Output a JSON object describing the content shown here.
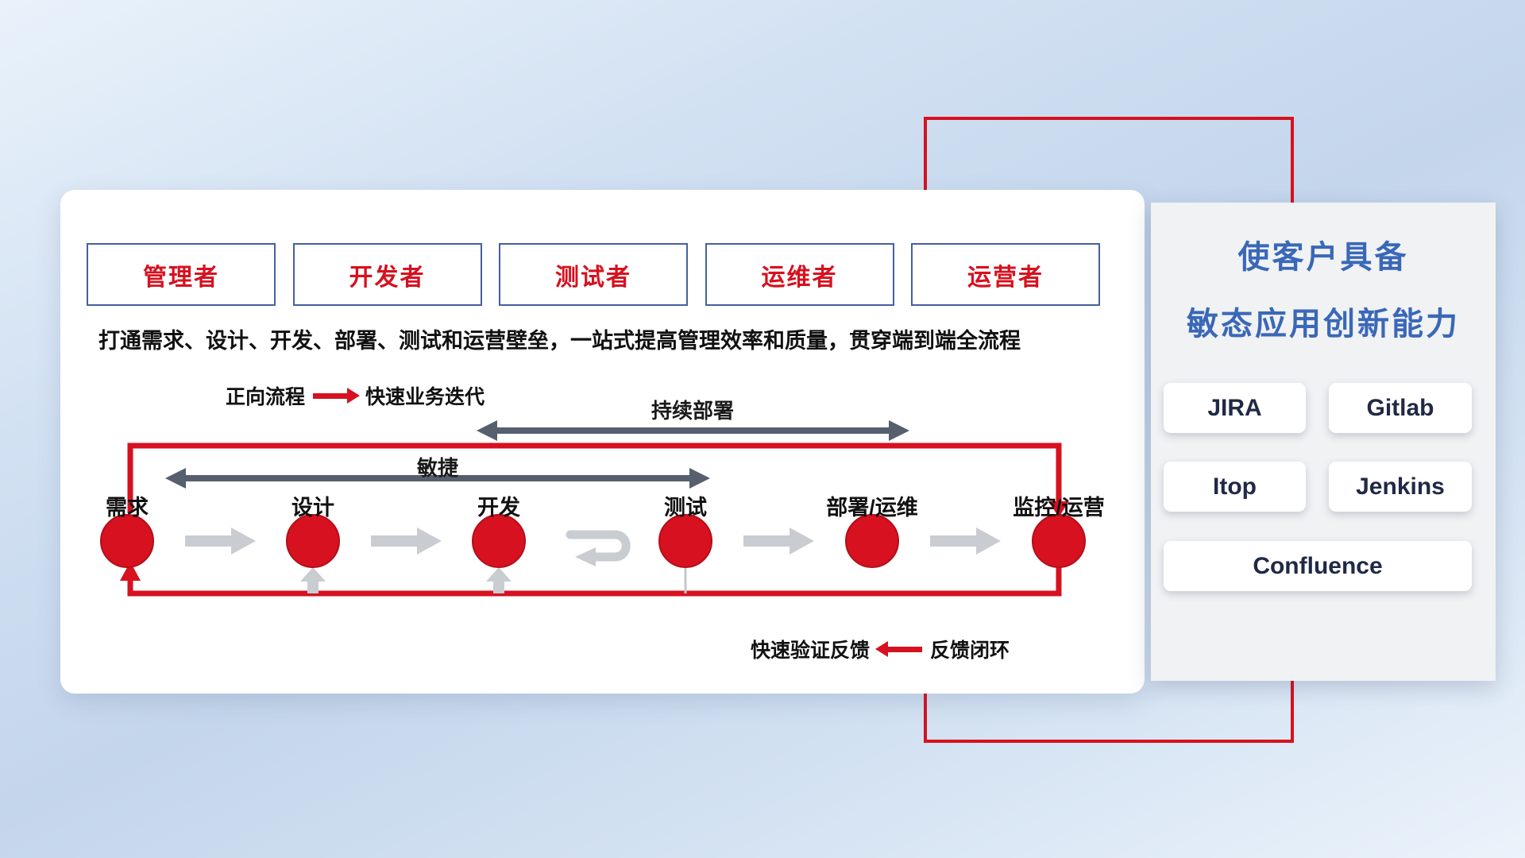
{
  "roles": [
    "管理者",
    "开发者",
    "测试者",
    "运维者",
    "运营者"
  ],
  "subtitle": "打通需求、设计、开发、部署、测试和运营壁垒，一站式提高管理效率和质量，贯穿端到端全流程",
  "legend_forward": {
    "label": "正向流程",
    "desc": "快速业务迭代"
  },
  "flow_arrows": {
    "continuous_deploy": "持续部署",
    "agile": "敏捷"
  },
  "nodes": [
    "需求",
    "设计",
    "开发",
    "测试",
    "部署/运维",
    "监控/运营"
  ],
  "legend_feedback": {
    "desc": "快速验证反馈",
    "label": "反馈闭环"
  },
  "panel": {
    "title_line1": "使客户具备",
    "title_line2": "敏态应用创新能力",
    "tools": [
      "JIRA",
      "Gitlab",
      "Itop",
      "Jenkins",
      "Confluence"
    ]
  },
  "colors": {
    "accent_red": "#d7111f",
    "title_blue": "#3a68b8",
    "dark_arrow": "#565f6d",
    "gray_arrow": "#c9cdd2",
    "role_border_blue": "#44619e"
  }
}
